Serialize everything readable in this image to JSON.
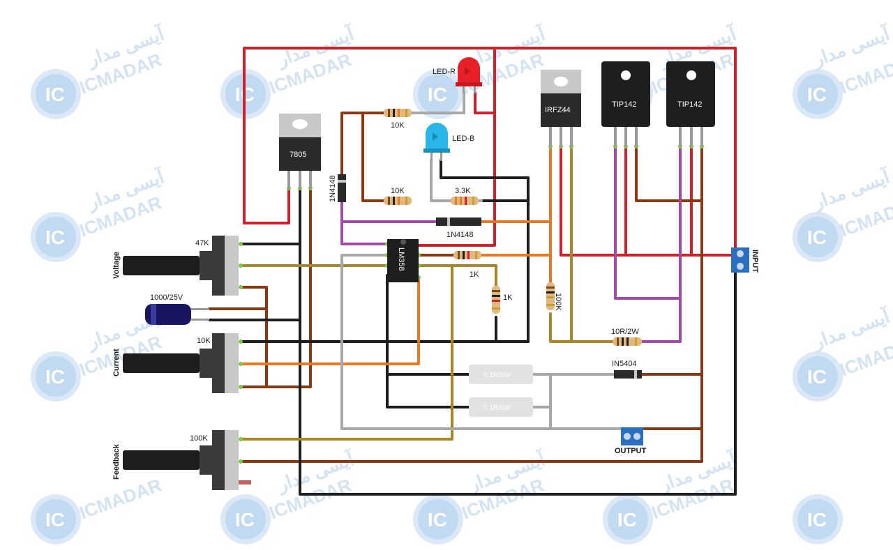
{
  "watermark": {
    "latin": "ICMADAR",
    "farsi": "آیسی مدار",
    "badge": "IC"
  },
  "regulator": {
    "label": "7805"
  },
  "mosfet": {
    "label": "IRFZ44"
  },
  "transistors": [
    {
      "label": "TIP142"
    },
    {
      "label": "TIP142"
    }
  ],
  "opamp": {
    "label": "LM358"
  },
  "leds": [
    {
      "label": "LED-R",
      "color": "#e8202a"
    },
    {
      "label": "LED-B",
      "color": "#29b6e8"
    }
  ],
  "resistors": {
    "r1": "10K",
    "r2": "10K",
    "r3": "3.3K",
    "r4": "1K",
    "r5": "1K",
    "r6": "100K",
    "r7": "10R/2W"
  },
  "diodes": {
    "d1": "1N4148",
    "d2": "1N4148",
    "d3": "IN5404"
  },
  "shunts": [
    "0.1R/5W",
    "0.1R/5W"
  ],
  "capacitor": {
    "label": "1000/25V"
  },
  "pots": [
    {
      "name": "Voltage",
      "value": "47K"
    },
    {
      "name": "Current",
      "value": "10K"
    },
    {
      "name": "Feedback",
      "value": "100K"
    }
  ],
  "terminals": {
    "input": "INPUT",
    "output": "OUTPUT"
  },
  "wire_colors": {
    "red": "#d0202a",
    "black": "#1e1e1e",
    "brown": "#8a3a12",
    "orange": "#e8782a",
    "olive": "#a8862a",
    "purple": "#a24aa8",
    "gray": "#a8a8a8"
  }
}
